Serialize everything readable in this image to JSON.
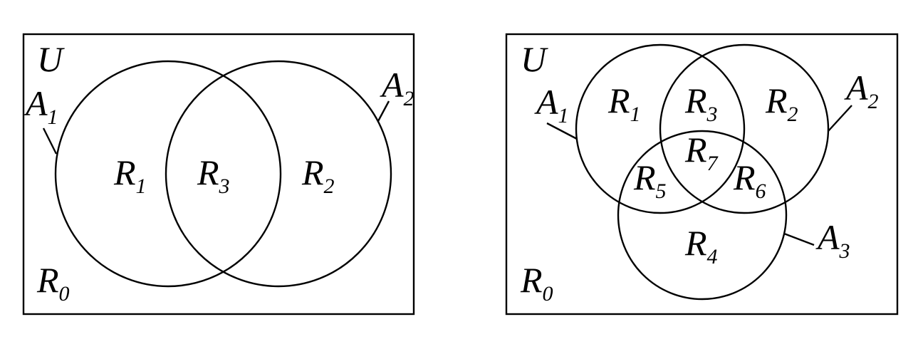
{
  "diagram_two_sets": {
    "universe": {
      "main": "U",
      "sub": ""
    },
    "sets": [
      {
        "main": "A",
        "sub": "1"
      },
      {
        "main": "A",
        "sub": "2"
      }
    ],
    "regions": [
      {
        "main": "R",
        "sub": "0"
      },
      {
        "main": "R",
        "sub": "1"
      },
      {
        "main": "R",
        "sub": "2"
      },
      {
        "main": "R",
        "sub": "3"
      }
    ]
  },
  "diagram_three_sets": {
    "universe": {
      "main": "U",
      "sub": ""
    },
    "sets": [
      {
        "main": "A",
        "sub": "1"
      },
      {
        "main": "A",
        "sub": "2"
      },
      {
        "main": "A",
        "sub": "3"
      }
    ],
    "regions": [
      {
        "main": "R",
        "sub": "0"
      },
      {
        "main": "R",
        "sub": "1"
      },
      {
        "main": "R",
        "sub": "2"
      },
      {
        "main": "R",
        "sub": "3"
      },
      {
        "main": "R",
        "sub": "4"
      },
      {
        "main": "R",
        "sub": "5"
      },
      {
        "main": "R",
        "sub": "6"
      },
      {
        "main": "R",
        "sub": "7"
      }
    ]
  }
}
